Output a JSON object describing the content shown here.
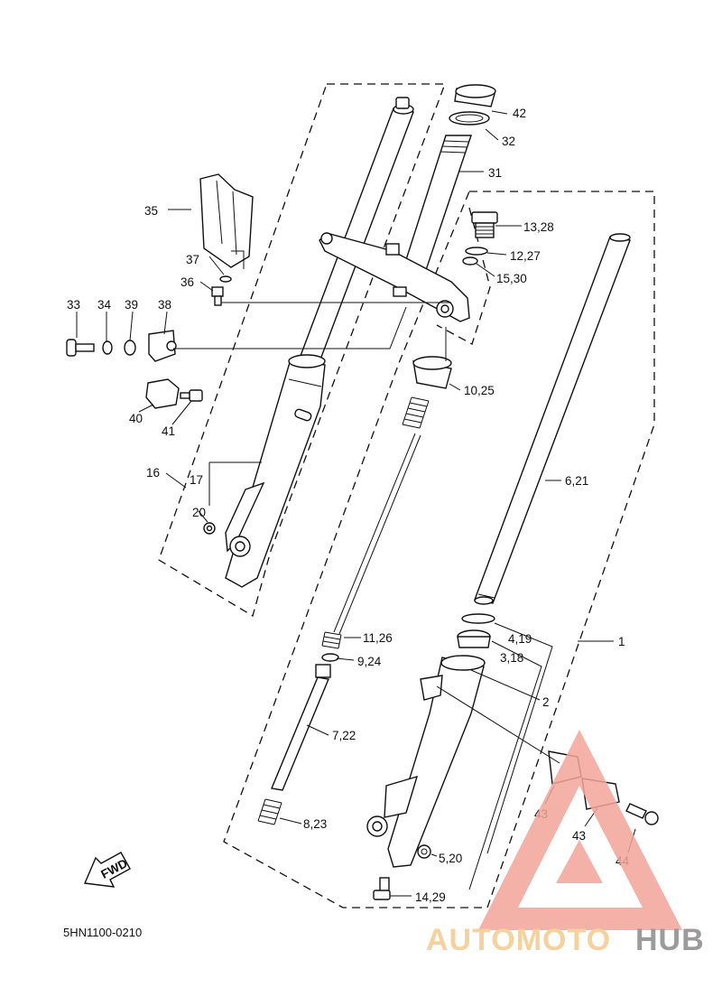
{
  "diagram": {
    "code": "5HN1100-0210",
    "fwd_label": "FWD",
    "labels": {
      "p1": "1",
      "p2": "2",
      "p3_18": "3,18",
      "p4_19": "4,19",
      "p5_20": "5,20",
      "p6_21": "6,21",
      "p7_22": "7,22",
      "p8_23": "8,23",
      "p9_24": "9,24",
      "p10_25": "10,25",
      "p11_26": "11,26",
      "p12_27": "12,27",
      "p13_28": "13,28",
      "p14_29": "14,29",
      "p15_30": "15,30",
      "p16": "16",
      "p17": "17",
      "p20": "20",
      "p31": "31",
      "p32": "32",
      "p33": "33",
      "p34": "34",
      "p35": "35",
      "p36": "36",
      "p37": "37",
      "p38": "38",
      "p39": "39",
      "p40": "40",
      "p41": "41",
      "p42": "42",
      "p43a": "43",
      "p43b": "43",
      "p44": "44"
    }
  },
  "watermark": {
    "brand_part1": "AUTOMOTO",
    "brand_part2": "HUB",
    "color_primary": "#f2a49a",
    "color_secondary": "#f5c98a",
    "color_dark": "#8a8a8a"
  }
}
